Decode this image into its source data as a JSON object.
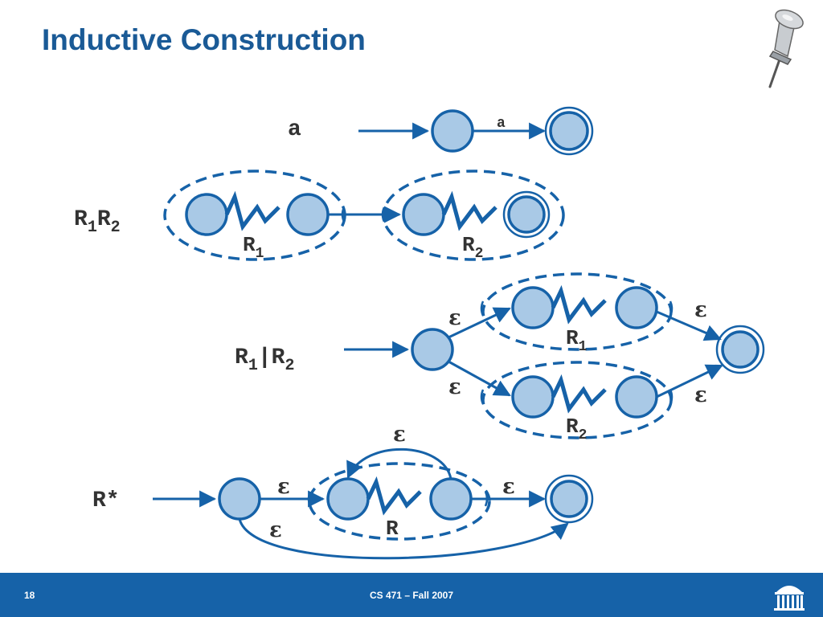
{
  "slide": {
    "title": "Inductive Construction",
    "page_number": "18",
    "course": "CS 471 – Fall 2007"
  },
  "colors": {
    "title": "#1a5a96",
    "edge": "#1662a8",
    "state_fill": "#a9c9e6",
    "state_stroke": "#1662a8",
    "footer": "#1662a8",
    "label": "#333333"
  },
  "diagram": {
    "rows": [
      {
        "row": "single-symbol",
        "expression": "a",
        "edge_label": "a"
      },
      {
        "row": "concatenation",
        "expression_base1": "R",
        "expression_sub1": "1",
        "expression_base2": "R",
        "expression_sub2": "2",
        "group1_base": "R",
        "group1_sub": "1",
        "group2_base": "R",
        "group2_sub": "2"
      },
      {
        "row": "alternation",
        "expression_base1": "R",
        "expression_sub1": "1",
        "expression_sep": "|",
        "expression_base2": "R",
        "expression_sub2": "2",
        "group1_base": "R",
        "group1_sub": "1",
        "group2_base": "R",
        "group2_sub": "2",
        "epsilon": "ε"
      },
      {
        "row": "kleene-star",
        "expression": "R*",
        "group_label": "R",
        "epsilon": "ε"
      }
    ],
    "icons": [
      "pushpin-icon",
      "rotunda-logo-icon"
    ]
  }
}
